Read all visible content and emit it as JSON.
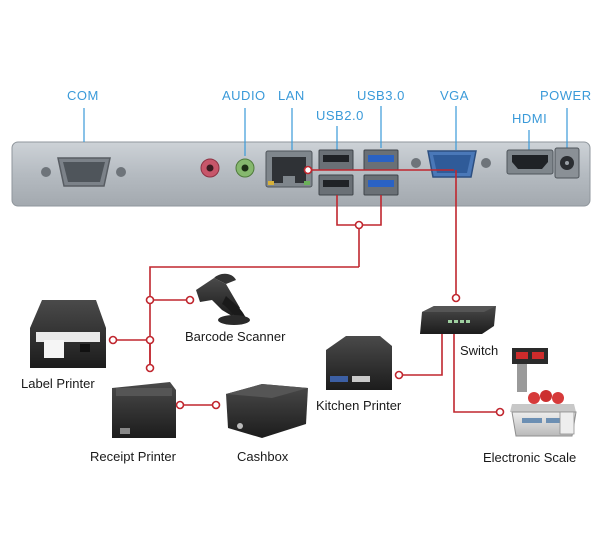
{
  "colors": {
    "accent": "#c0262e",
    "label_blue": "#3a9ad9",
    "panel": "#b7bdc3",
    "device": "#2a2a2a"
  },
  "ports": {
    "com": "COM",
    "audio": "AUDIO",
    "lan": "LAN",
    "usb2": "USB2.0",
    "usb3": "USB3.0",
    "vga": "VGA",
    "hdmi": "HDMI",
    "power": "POWER"
  },
  "devices": {
    "barcode_scanner": "Barcode Scanner",
    "label_printer": "Label Printer",
    "receipt_printer": "Receipt Printer",
    "cashbox": "Cashbox",
    "kitchen_printer": "Kitchen Printer",
    "switch": "Switch",
    "electronic_scale": "Electronic Scale"
  },
  "icons": [
    "com-port-icon",
    "audio-jack-icon",
    "lan-port-icon",
    "usb-port-icon",
    "vga-port-icon",
    "hdmi-port-icon",
    "power-jack-icon",
    "barcode-scanner-icon",
    "label-printer-icon",
    "receipt-printer-icon",
    "cashbox-icon",
    "kitchen-printer-icon",
    "network-switch-icon",
    "electronic-scale-icon"
  ]
}
